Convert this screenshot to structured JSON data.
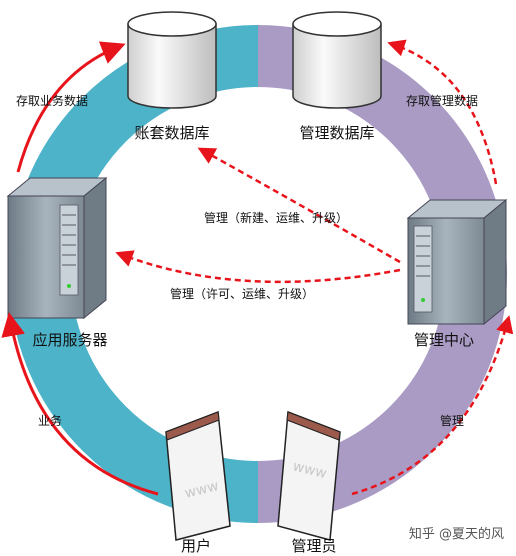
{
  "diagram": {
    "nodes": {
      "account_db": "账套数据库",
      "mgmt_db": "管理数据库",
      "app_server": "应用服务器",
      "mgmt_center": "管理中心",
      "user": "用户",
      "admin": "管理员"
    },
    "edges": {
      "app_to_account_db": "存取业务数据",
      "center_to_mgmt_db": "存取管理数据",
      "center_to_account_db": "管理（新建、运维、升级）",
      "center_to_app_server": "管理（许可、运维、升级）",
      "user_to_app_server": "业务",
      "admin_to_center": "管理"
    },
    "browser_text": "www",
    "watermark": "知乎 @夏天的风"
  },
  "colors": {
    "ring_left": "#4db3c9",
    "ring_right": "#a99bc4",
    "arrow": "#e8141b",
    "server": "#8f9da8",
    "db_body": "#ececec"
  }
}
